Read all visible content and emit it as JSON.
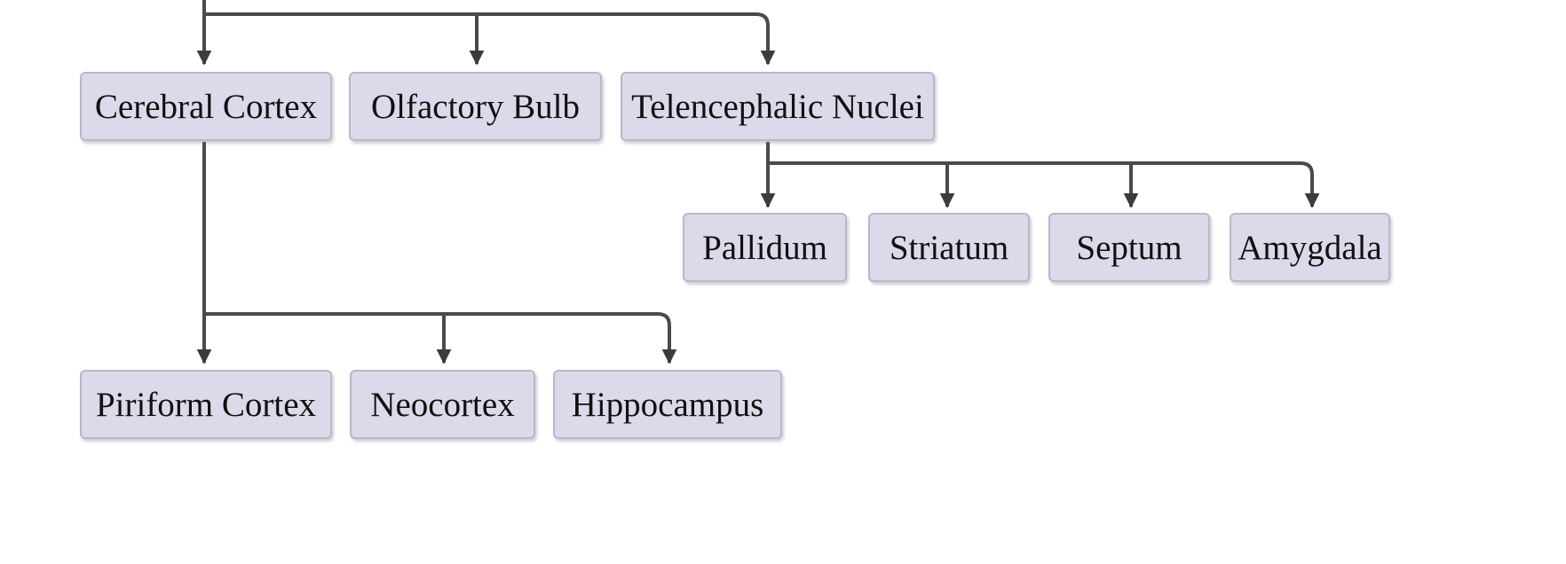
{
  "colors": {
    "node_fill": "#dcdaea",
    "node_border": "#b9b7c9",
    "connector": "#4a4a4a"
  },
  "nodes": {
    "cerebral_cortex": "Cerebral Cortex",
    "olfactory_bulb": "Olfactory Bulb",
    "telencephalic_nuclei": "Telencephalic Nuclei",
    "pallidum": "Pallidum",
    "striatum": "Striatum",
    "septum": "Septum",
    "amygdala": "Amygdala",
    "piriform_cortex": "Piriform Cortex",
    "neocortex": "Neocortex",
    "hippocampus": "Hippocampus"
  },
  "edges": [
    {
      "from": "(parent above)",
      "to": "cerebral_cortex"
    },
    {
      "from": "(parent above)",
      "to": "olfactory_bulb"
    },
    {
      "from": "(parent above)",
      "to": "telencephalic_nuclei"
    },
    {
      "from": "telencephalic_nuclei",
      "to": "pallidum"
    },
    {
      "from": "telencephalic_nuclei",
      "to": "striatum"
    },
    {
      "from": "telencephalic_nuclei",
      "to": "septum"
    },
    {
      "from": "telencephalic_nuclei",
      "to": "amygdala"
    },
    {
      "from": "cerebral_cortex",
      "to": "piriform_cortex"
    },
    {
      "from": "cerebral_cortex",
      "to": "neocortex"
    },
    {
      "from": "cerebral_cortex",
      "to": "hippocampus"
    }
  ]
}
